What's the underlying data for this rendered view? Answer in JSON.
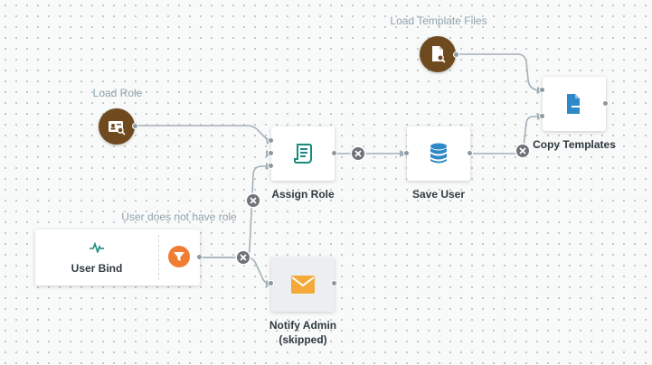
{
  "workflow": {
    "nodes": {
      "load_template_files": {
        "label": "Load Template Files",
        "icon": "file-search-icon"
      },
      "load_role": {
        "label": "Load Role",
        "icon": "id-card-search-icon"
      },
      "assign_role": {
        "label": "Assign Role",
        "icon": "scroll-icon"
      },
      "save_user": {
        "label": "Save User",
        "icon": "database-icon"
      },
      "copy_templates": {
        "label": "Copy Templates",
        "icon": "file-export-icon"
      },
      "user_bind": {
        "label": "User Bind",
        "icon": "activity-pulse-icon",
        "filter_icon": "filter-icon",
        "filter_label": "User does not have role"
      },
      "notify_admin": {
        "label_line1": "Notify Admin",
        "label_line2": "(skipped)",
        "icon": "envelope-icon"
      }
    }
  },
  "colors": {
    "source_node": "#6e4a1e",
    "teal_icon": "#1b8a7e",
    "blue_icon": "#2f88c8",
    "filter_orange": "#ef7d32",
    "envelope_orange": "#f4a93a",
    "edge": "#a3b0b8"
  }
}
